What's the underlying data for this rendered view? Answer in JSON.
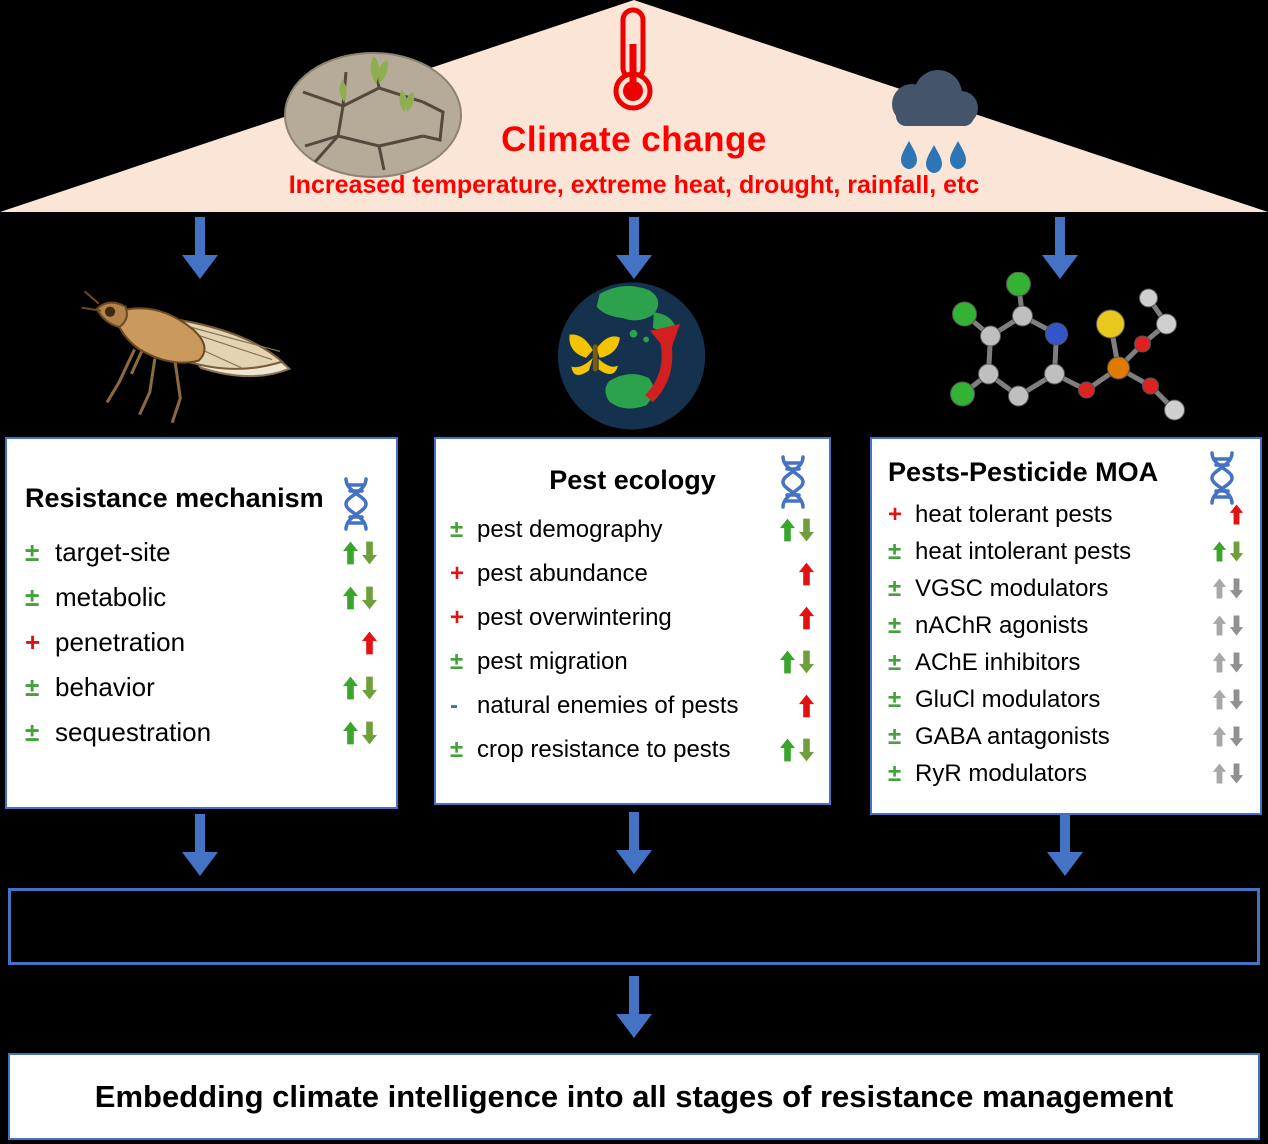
{
  "banner": {
    "title": "Climate change",
    "subtitle": "Increased temperature, extreme heat, drought, rainfall, etc"
  },
  "panels": [
    {
      "title": "Resistance mechanism",
      "items": [
        {
          "sign": "±",
          "sign_color": "green",
          "label": "target-site",
          "arrows": [
            {
              "dir": "up",
              "color": "green_up"
            },
            {
              "dir": "down",
              "color": "green_down"
            }
          ]
        },
        {
          "sign": "±",
          "sign_color": "green",
          "label": "metabolic",
          "arrows": [
            {
              "dir": "up",
              "color": "green_up"
            },
            {
              "dir": "down",
              "color": "green_down"
            }
          ]
        },
        {
          "sign": "+",
          "sign_color": "red",
          "label": "penetration",
          "arrows": [
            {
              "dir": "up",
              "color": "red"
            }
          ]
        },
        {
          "sign": "±",
          "sign_color": "green",
          "label": "behavior",
          "arrows": [
            {
              "dir": "up",
              "color": "green_up"
            },
            {
              "dir": "down",
              "color": "green_down"
            }
          ]
        },
        {
          "sign": "±",
          "sign_color": "green",
          "label": "sequestration",
          "arrows": [
            {
              "dir": "up",
              "color": "green_up"
            },
            {
              "dir": "down",
              "color": "green_down"
            }
          ]
        }
      ]
    },
    {
      "title": "Pest ecology",
      "items": [
        {
          "sign": "±",
          "sign_color": "green",
          "label": "pest demography",
          "arrows": [
            {
              "dir": "up",
              "color": "green_up"
            },
            {
              "dir": "down",
              "color": "green_down"
            }
          ]
        },
        {
          "sign": "+",
          "sign_color": "red",
          "label": "pest abundance",
          "arrows": [
            {
              "dir": "up",
              "color": "red"
            }
          ]
        },
        {
          "sign": "+",
          "sign_color": "red",
          "label": "pest overwintering",
          "arrows": [
            {
              "dir": "up",
              "color": "red"
            }
          ]
        },
        {
          "sign": "±",
          "sign_color": "green",
          "label": "pest migration",
          "arrows": [
            {
              "dir": "up",
              "color": "green_up"
            },
            {
              "dir": "down",
              "color": "green_down"
            }
          ]
        },
        {
          "sign": "-",
          "sign_color": "blue",
          "label": "natural enemies of pests",
          "arrows": [
            {
              "dir": "up",
              "color": "red"
            }
          ]
        },
        {
          "sign": "±",
          "sign_color": "green",
          "label": "crop resistance to pests",
          "arrows": [
            {
              "dir": "up",
              "color": "green_up"
            },
            {
              "dir": "down",
              "color": "green_down"
            }
          ]
        }
      ]
    },
    {
      "title": "Pests-Pesticide MOA",
      "items": [
        {
          "sign": "+",
          "sign_color": "red",
          "label": "heat tolerant pests",
          "arrows": [
            {
              "dir": "up",
              "color": "red"
            }
          ]
        },
        {
          "sign": "±",
          "sign_color": "green",
          "label": "heat intolerant pests",
          "arrows": [
            {
              "dir": "up",
              "color": "green_up"
            },
            {
              "dir": "down",
              "color": "green_down"
            }
          ]
        },
        {
          "sign": "±",
          "sign_color": "green",
          "label": "VGSC modulators",
          "arrows": [
            {
              "dir": "up",
              "color": "gray_up"
            },
            {
              "dir": "down",
              "color": "gray_down"
            }
          ]
        },
        {
          "sign": "±",
          "sign_color": "green",
          "label": "nAChR agonists",
          "arrows": [
            {
              "dir": "up",
              "color": "gray_up"
            },
            {
              "dir": "down",
              "color": "gray_down"
            }
          ]
        },
        {
          "sign": "±",
          "sign_color": "green",
          "label": "AChE inhibitors",
          "arrows": [
            {
              "dir": "up",
              "color": "gray_up"
            },
            {
              "dir": "down",
              "color": "gray_down"
            }
          ]
        },
        {
          "sign": "±",
          "sign_color": "green",
          "label": "GluCl modulators",
          "arrows": [
            {
              "dir": "up",
              "color": "gray_up"
            },
            {
              "dir": "down",
              "color": "gray_down"
            }
          ]
        },
        {
          "sign": "±",
          "sign_color": "green",
          "label": "GABA antagonists",
          "arrows": [
            {
              "dir": "up",
              "color": "gray_up"
            },
            {
              "dir": "down",
              "color": "gray_down"
            }
          ]
        },
        {
          "sign": "±",
          "sign_color": "green",
          "label": "RyR modulators",
          "arrows": [
            {
              "dir": "up",
              "color": "gray_up"
            },
            {
              "dir": "down",
              "color": "gray_down"
            }
          ]
        }
      ]
    }
  ],
  "bottom_box": {
    "text": "Embedding climate intelligence into all stages of resistance management"
  },
  "colors": {
    "red": "#e01212",
    "green": "#44a13c",
    "blue": "#2e75b6",
    "green_up": "#3aa52c",
    "green_down": "#6f9f3a",
    "gray_up": "#a8a8a8",
    "gray_down": "#909090",
    "accent_blue": "#4472c4",
    "banner_bg": "#fbe5d6",
    "title_red": "#ff0000"
  }
}
